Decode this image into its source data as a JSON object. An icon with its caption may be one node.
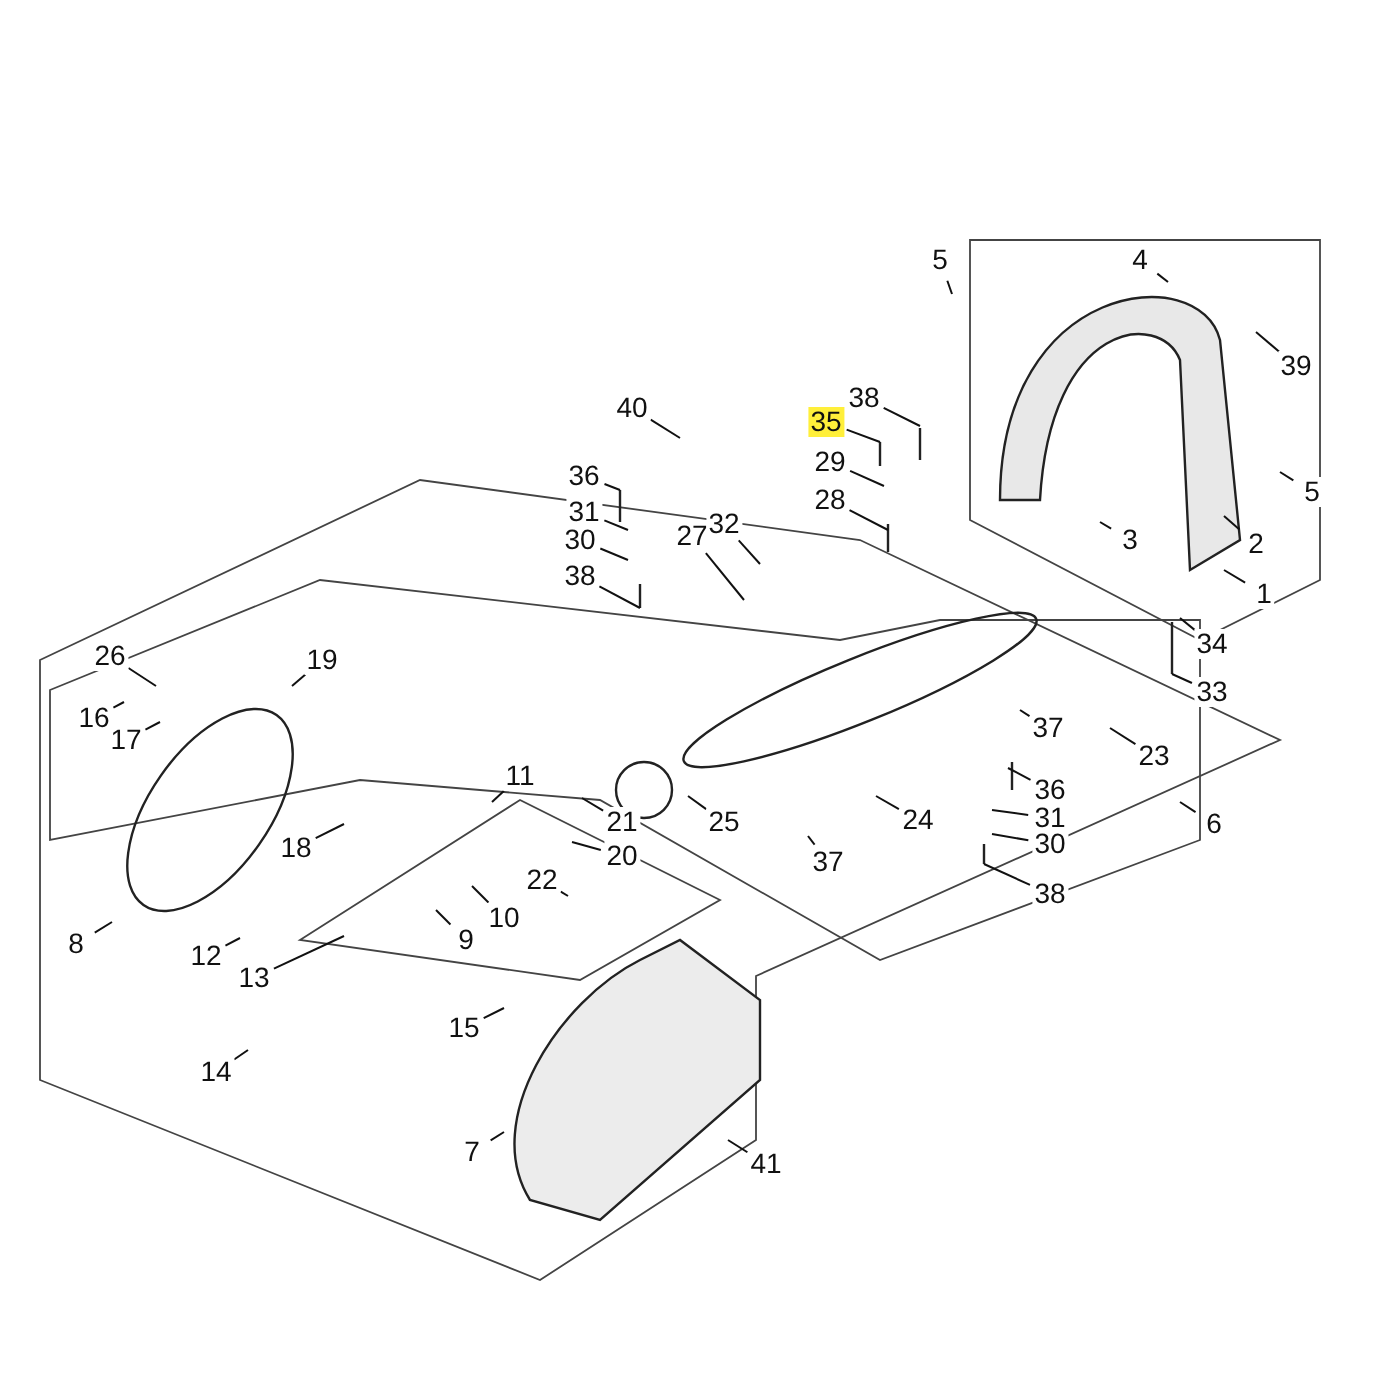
{
  "diagram": {
    "nodes": [
      {
        "text": [
          "5"
        ]
      },
      {
        "text": [
          "4"
        ]
      },
      {
        "text": [
          "39"
        ]
      },
      {
        "text": [
          "38"
        ]
      },
      {
        "text": [
          "35"
        ]
      },
      {
        "text": [
          "29"
        ]
      },
      {
        "text": [
          "40"
        ]
      },
      {
        "text": [
          "36"
        ]
      },
      {
        "text": [
          "31"
        ]
      },
      {
        "text": [
          "30"
        ]
      },
      {
        "text": [
          "28"
        ]
      },
      {
        "text": [
          "27"
        ]
      },
      {
        "text": [
          "32"
        ]
      },
      {
        "text": [
          "38"
        ]
      },
      {
        "text": [
          "3"
        ]
      },
      {
        "text": [
          "2"
        ]
      },
      {
        "text": [
          "5"
        ]
      },
      {
        "text": [
          "1"
        ]
      },
      {
        "text": [
          "34"
        ]
      },
      {
        "text": [
          "33"
        ]
      },
      {
        "text": [
          "23"
        ]
      },
      {
        "text": [
          "26"
        ]
      },
      {
        "text": [
          "19"
        ]
      },
      {
        "text": [
          "16"
        ]
      },
      {
        "text": [
          "17"
        ]
      },
      {
        "text": [
          "18"
        ]
      },
      {
        "text": [
          "8"
        ]
      },
      {
        "text": [
          "11"
        ]
      },
      {
        "text": [
          "21"
        ]
      },
      {
        "text": [
          "20"
        ]
      },
      {
        "text": [
          "22"
        ]
      },
      {
        "text": [
          "10"
        ]
      },
      {
        "text": [
          "9"
        ]
      },
      {
        "text": [
          "25"
        ]
      },
      {
        "text": [
          "24"
        ]
      },
      {
        "text": [
          "37"
        ]
      },
      {
        "text": [
          "37"
        ]
      },
      {
        "text": [
          "36"
        ]
      },
      {
        "text": [
          "31"
        ]
      },
      {
        "text": [
          "30"
        ]
      },
      {
        "text": [
          "38"
        ]
      },
      {
        "text": [
          "6"
        ]
      },
      {
        "text": [
          "12"
        ]
      },
      {
        "text": [
          "13"
        ]
      },
      {
        "text": [
          "15"
        ]
      },
      {
        "text": [
          "14"
        ]
      },
      {
        "text": [
          "7"
        ]
      },
      {
        "text": [
          "41"
        ]
      }
    ],
    "edges": [
      {
        "from": 0,
        "to": null,
        "arrow": "none"
      },
      {
        "from": 1,
        "to": null,
        "arrow": "none"
      },
      {
        "from": 2,
        "to": null,
        "arrow": "none"
      },
      {
        "from": 3,
        "to": null,
        "arrow": "none"
      },
      {
        "from": 4,
        "to": null,
        "arrow": "none"
      },
      {
        "from": 5,
        "to": null,
        "arrow": "none"
      },
      {
        "from": 6,
        "to": null,
        "arrow": "none"
      },
      {
        "from": 7,
        "to": null,
        "arrow": "none"
      },
      {
        "from": 8,
        "to": null,
        "arrow": "none"
      },
      {
        "from": 9,
        "to": null,
        "arrow": "none"
      },
      {
        "from": 10,
        "to": null,
        "arrow": "none"
      },
      {
        "from": 11,
        "to": null,
        "arrow": "none"
      },
      {
        "from": 12,
        "to": null,
        "arrow": "none"
      },
      {
        "from": 13,
        "to": null,
        "arrow": "none"
      },
      {
        "from": 14,
        "to": null,
        "arrow": "none"
      },
      {
        "from": 15,
        "to": null,
        "arrow": "none"
      },
      {
        "from": 16,
        "to": null,
        "arrow": "none"
      },
      {
        "from": 17,
        "to": null,
        "arrow": "none"
      },
      {
        "from": 18,
        "to": null,
        "arrow": "none"
      },
      {
        "from": 19,
        "to": null,
        "arrow": "none"
      },
      {
        "from": 20,
        "to": null,
        "arrow": "none"
      },
      {
        "from": 21,
        "to": null,
        "arrow": "none"
      },
      {
        "from": 22,
        "to": null,
        "arrow": "none"
      },
      {
        "from": 23,
        "to": null,
        "arrow": "none"
      },
      {
        "from": 24,
        "to": null,
        "arrow": "none"
      },
      {
        "from": 25,
        "to": null,
        "arrow": "none"
      },
      {
        "from": 26,
        "to": null,
        "arrow": "none"
      },
      {
        "from": 27,
        "to": null,
        "arrow": "none"
      },
      {
        "from": 28,
        "to": null,
        "arrow": "none"
      },
      {
        "from": 29,
        "to": null,
        "arrow": "none"
      },
      {
        "from": 30,
        "to": null,
        "arrow": "none"
      },
      {
        "from": 31,
        "to": null,
        "arrow": "none"
      },
      {
        "from": 32,
        "to": null,
        "arrow": "none"
      },
      {
        "from": 33,
        "to": null,
        "arrow": "none"
      },
      {
        "from": 34,
        "to": null,
        "arrow": "none"
      },
      {
        "from": 35,
        "to": null,
        "arrow": "none"
      },
      {
        "from": 36,
        "to": null,
        "arrow": "none"
      },
      {
        "from": 37,
        "to": null,
        "arrow": "none"
      },
      {
        "from": 38,
        "to": null,
        "arrow": "none"
      },
      {
        "from": 39,
        "to": null,
        "arrow": "none"
      },
      {
        "from": 40,
        "to": null,
        "arrow": "none"
      },
      {
        "from": 41,
        "to": null,
        "arrow": "none"
      },
      {
        "from": 42,
        "to": null,
        "arrow": "none"
      },
      {
        "from": 43,
        "to": null,
        "arrow": "none"
      },
      {
        "from": 44,
        "to": null,
        "arrow": "none"
      },
      {
        "from": 45,
        "to": null,
        "arrow": "none"
      },
      {
        "from": 46,
        "to": null,
        "arrow": "none"
      },
      {
        "from": 47,
        "to": null,
        "arrow": "none"
      }
    ]
  }
}
